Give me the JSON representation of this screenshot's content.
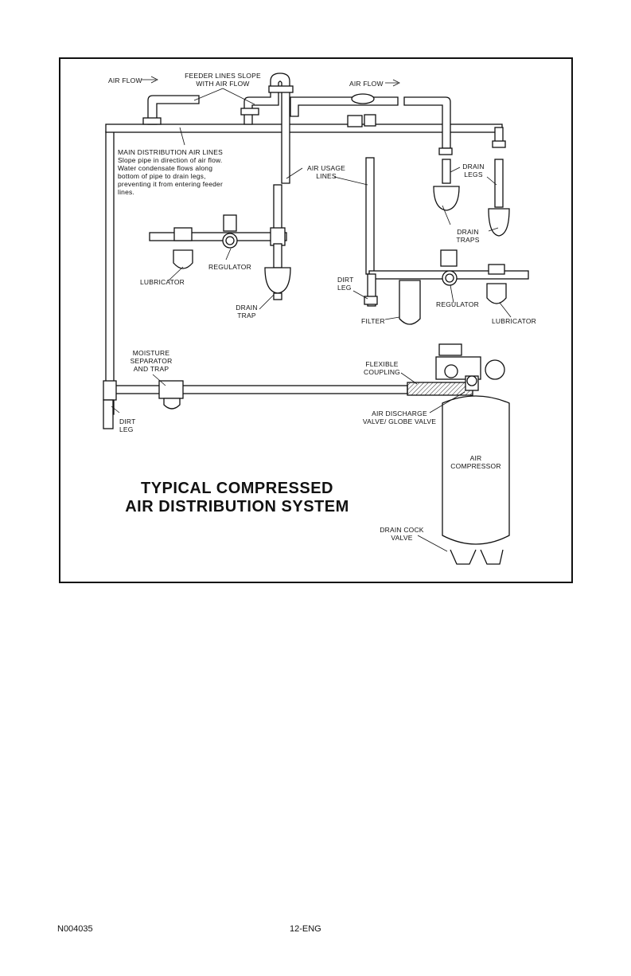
{
  "diagram": {
    "title": "TYPICAL COMPRESSED\nAIR DISTRIBUTION SYSTEM",
    "labels": {
      "air_flow_left": "AIR FLOW",
      "feeder_lines": "FEEDER LINES SLOPE\nWITH AIR FLOW",
      "air_flow_right": "AIR FLOW",
      "main_distribution": "MAIN DISTRIBUTION AIR LINES\nSlope pipe in direction of air flow.\nWater condensate flows along\nbottom of pipe to drain legs,\npreventing it from entering feeder\nlines.",
      "air_usage_lines": "AIR USAGE\nLINES",
      "drain_legs": "DRAIN\nLEGS",
      "drain_traps": "DRAIN\nTRAPS",
      "regulator_left": "REGULATOR",
      "lubricator_left": "LUBRICATOR",
      "drain_trap": "DRAIN\nTRAP",
      "dirt_leg_mid": "DIRT\nLEG",
      "regulator_right": "REGULATOR",
      "filter": "FILTER",
      "lubricator_right": "LUBRICATOR",
      "moisture_separator": "MOISTURE\nSEPARATOR\nAND TRAP",
      "flexible_coupling": "FLEXIBLE\nCOUPLING",
      "dirt_leg_bottom": "DIRT\nLEG",
      "air_discharge": "AIR DISCHARGE\nVALVE/ GLOBE VALVE",
      "air_compressor": "AIR\nCOMPRESSOR",
      "drain_cock": "DRAIN COCK\nVALVE"
    }
  },
  "footer": {
    "doc_id": "N004035",
    "page": "12-ENG"
  }
}
